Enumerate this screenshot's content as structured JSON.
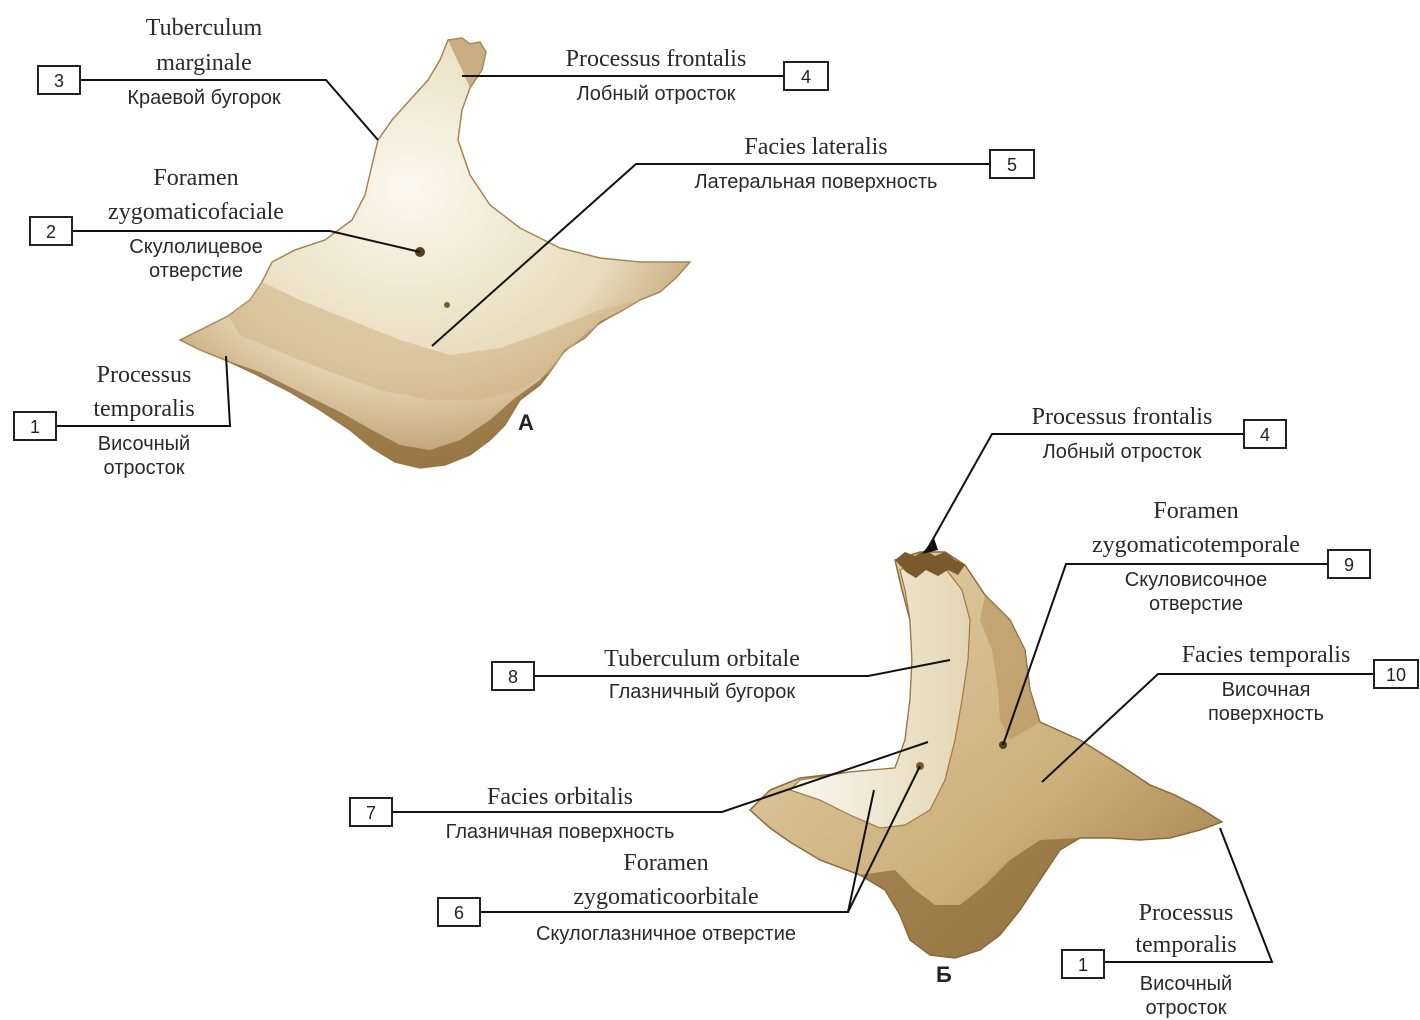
{
  "colors": {
    "bone_light": "#f4efe1",
    "bone_mid": "#d8c49a",
    "bone_dark": "#8a6a3a",
    "line": "#111111"
  },
  "figures": {
    "a": {
      "label": "А"
    },
    "b": {
      "label": "Б"
    }
  },
  "labels_a": [
    {
      "id": "3",
      "number": "3",
      "latin": [
        "Tuberculum",
        "marginale"
      ],
      "russian": [
        "Краевой бугорок"
      ]
    },
    {
      "id": "4",
      "number": "4",
      "latin": [
        "Processus frontalis"
      ],
      "russian": [
        "Лобный отросток"
      ]
    },
    {
      "id": "5",
      "number": "5",
      "latin": [
        "Facies lateralis"
      ],
      "russian": [
        "Латеральная поверхность"
      ]
    },
    {
      "id": "2",
      "number": "2",
      "latin": [
        "Foramen",
        "zygomaticofaciale"
      ],
      "russian": [
        "Скулолицевое",
        "отверстие"
      ]
    },
    {
      "id": "1",
      "number": "1",
      "latin": [
        "Processus",
        "temporalis"
      ],
      "russian": [
        "Височный",
        "отросток"
      ]
    }
  ],
  "labels_b": [
    {
      "id": "4",
      "number": "4",
      "latin": [
        "Processus frontalis"
      ],
      "russian": [
        "Лобный отросток"
      ]
    },
    {
      "id": "9",
      "number": "9",
      "latin": [
        "Foramen",
        "zygomaticotemporale"
      ],
      "russian": [
        "Скуловисочное",
        "отверстие"
      ]
    },
    {
      "id": "8",
      "number": "8",
      "latin": [
        "Tuberculum orbitale"
      ],
      "russian": [
        "Глазничный бугорок"
      ]
    },
    {
      "id": "10",
      "number": "10",
      "latin": [
        "Facies temporalis"
      ],
      "russian": [
        "Височная",
        "поверхность"
      ]
    },
    {
      "id": "7",
      "number": "7",
      "latin": [
        "Facies orbitalis"
      ],
      "russian": [
        "Глазничная поверхность"
      ]
    },
    {
      "id": "6",
      "number": "6",
      "latin": [
        "Foramen",
        "zygomaticoorbitale"
      ],
      "russian": [
        "Скулоглазничное отверстие"
      ]
    },
    {
      "id": "1",
      "number": "1",
      "latin": [
        "Processus",
        "temporalis"
      ],
      "russian": [
        "Височный",
        "отросток"
      ]
    }
  ]
}
